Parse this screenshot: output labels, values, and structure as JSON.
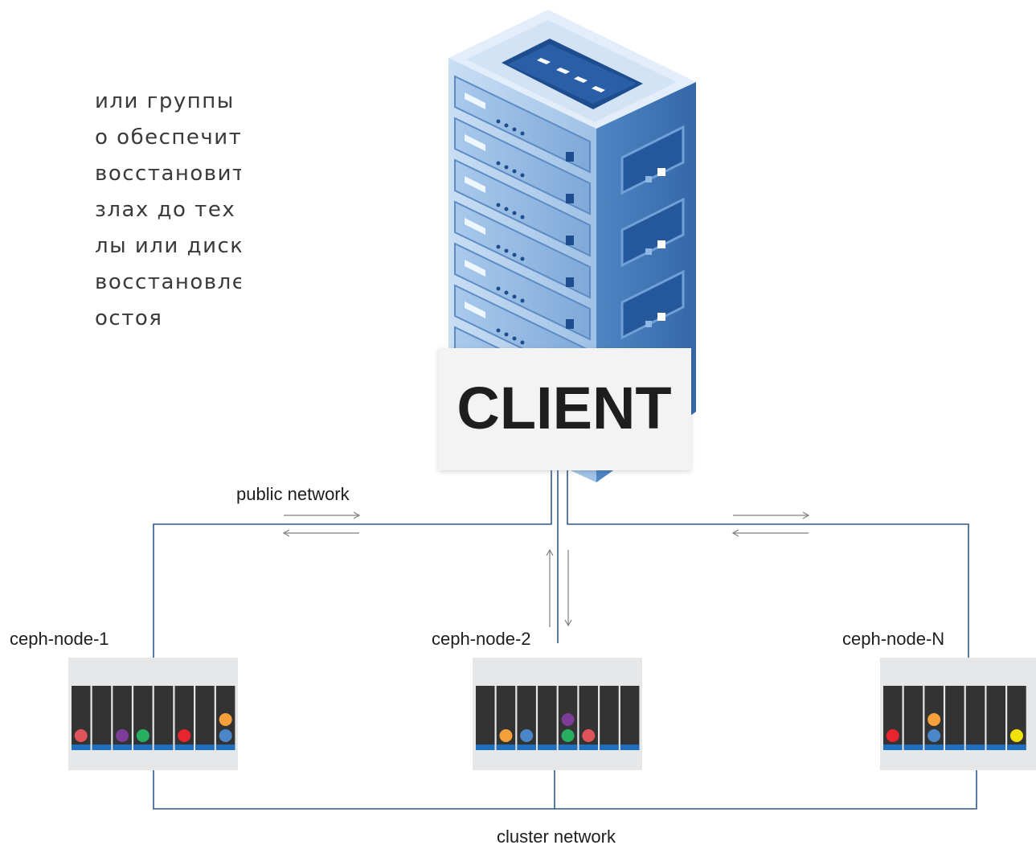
{
  "intro_text": {
    "lines": [
      "или группы",
      "о обеспечит",
      "восстановит",
      "злах до тех",
      "лы или диски",
      "восстановле-",
      "остоя"
    ]
  },
  "client": {
    "label": "CLIENT"
  },
  "networks": {
    "public": "public network",
    "cluster": "cluster network"
  },
  "nodes": [
    {
      "name": "ceph-node-1",
      "dots": [
        [
          "#e0535b"
        ],
        [],
        [
          "#7d3c98"
        ],
        [
          "#27ae60"
        ],
        [],
        [
          "#e8242d"
        ],
        [],
        [
          "#4a86c8",
          "#f5a03a"
        ]
      ]
    },
    {
      "name": "ceph-node-2",
      "dots": [
        [],
        [
          "#f5a03a"
        ],
        [
          "#4a86c8"
        ],
        [],
        [
          "#27ae60",
          "#7d3c98"
        ],
        [
          "#e0535b"
        ],
        [],
        []
      ]
    },
    {
      "name": "ceph-node-N",
      "dots": [
        [
          "#e8242d"
        ],
        [],
        [
          "#4a86c8",
          "#f5a03a"
        ],
        [],
        [],
        [],
        [
          "#f2e20c"
        ],
        [
          "#2ba5dd"
        ]
      ]
    }
  ],
  "colors": {
    "line": "#2e5a8c",
    "arrow": "#7f7f7f",
    "rack": "#333333",
    "rack_base": "#1f6fbd",
    "node_bg": "#e6e7e8"
  }
}
